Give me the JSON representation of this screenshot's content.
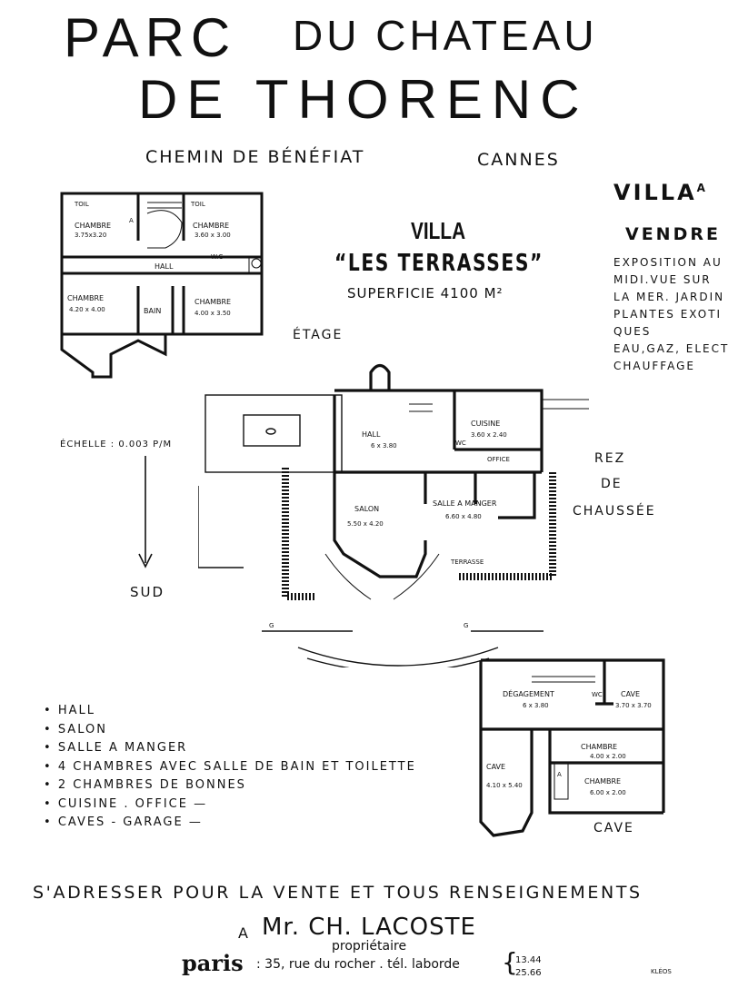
{
  "header": {
    "title_line1_a": "PARC",
    "title_line1_b": "DU CHATEAU",
    "title_line2": "DE THORENC",
    "address_left": "CHEMIN DE BÉNÉFIAT",
    "address_right": "CANNES"
  },
  "sale": {
    "line1": "VILLA",
    "line1_sup": "A",
    "line2": "VENDRE",
    "features": [
      "EXPOSITION AU",
      "MIDI.VUE SUR",
      "LA MER. JARDIN",
      "PLANTES EXOTI",
      "QUES",
      "EAU,GAZ, ELECT",
      "CHAUFFAGE"
    ]
  },
  "villa": {
    "label": "VILLA",
    "name": "“LES TERRASSES”",
    "area": "SUPERFICIE 4100 M²"
  },
  "floors": {
    "upper": "ÉTAGE",
    "ground_1": "REZ",
    "ground_2": "DE",
    "ground_3": "CHAUSSÉE",
    "cellar": "CAVE"
  },
  "scale": {
    "label": "ÉCHELLE : 0.003 P/M",
    "direction": "SUD"
  },
  "plan_etage": {
    "toil_1": "TOIL",
    "toil_2": "TOIL",
    "chambre_1": "CHAMBRE",
    "chambre_1_dim": "3.75x3.20",
    "chambre_2": "CHAMBRE",
    "chambre_2_dim": "3.60 x 3.00",
    "hall": "HALL",
    "wc": "W.C",
    "chambre_3": "CHAMBRE",
    "chambre_3_dim": "4.20 x 4.00",
    "bain": "BAIN",
    "chambre_4": "CHAMBRE",
    "chambre_4_dim": "4.00 x 3.50",
    "a_mark": "A"
  },
  "plan_rdc": {
    "hall": "HALL",
    "hall_dim": "6 x 3.80",
    "cuisine": "CUISINE",
    "cuisine_dim": "3.60 x 2.40",
    "wc": "WC",
    "office": "OFFICE",
    "salon": "SALON",
    "salon_dim": "5.50 x 4.20",
    "salle": "SALLE A MANGER",
    "salle_dim": "6.60 x 4.80",
    "terrasse": "TERRASSE",
    "g": "G"
  },
  "plan_cave": {
    "degagement": "DÉGAGEMENT",
    "degagement_dim": "6 x 3.80",
    "wc": "WC",
    "cave_1": "CAVE",
    "cave_1_dim": "3.70 x 3.70",
    "chambre_1": "CHAMBRE",
    "chambre_1_dim": "4.00 x 2.00",
    "cave_2": "CAVE",
    "cave_2_dim": "4.10 x 5.40",
    "chambre_2": "CHAMBRE",
    "chambre_2_dim": "6.00 x 2.00",
    "a_mark": "A"
  },
  "rooms_list": [
    "HALL",
    "SALON",
    "SALLE A MANGER",
    "4 CHAMBRES AVEC SALLE DE BAIN ET TOILETTE",
    "2 CHAMBRES DE BONNES",
    "CUISINE . OFFICE —",
    "CAVES - GARAGE —"
  ],
  "contact": {
    "line": "S'ADRESSER POUR LA VENTE ET TOUS RENSEIGNEMENTS",
    "to": "A",
    "name": "Mr. CH. LACOSTE",
    "role": "propriétaire",
    "city": "paris",
    "address": ": 35, rue du rocher . tél. laborde",
    "phone_1": "13.44",
    "phone_2": "25.66",
    "credit": "KLÉOS"
  }
}
